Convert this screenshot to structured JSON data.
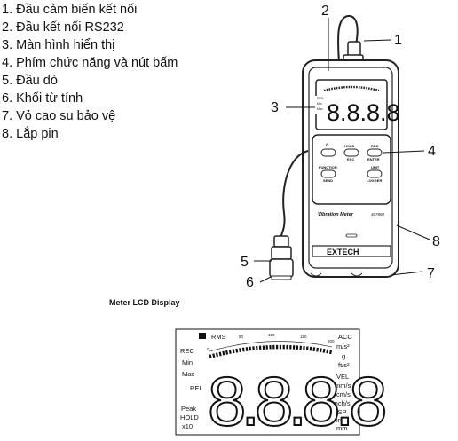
{
  "legend": [
    {
      "num": "1",
      "text": "Đầu cảm biến kết nối"
    },
    {
      "num": "2",
      "text": "Đầu kết nối RS232"
    },
    {
      "num": "3",
      "text": "Màn hình hiển thị"
    },
    {
      "num": "4",
      "text": "Phím chức năng và nút bấm"
    },
    {
      "num": "5",
      "text": "Đầu dò"
    },
    {
      "num": "6",
      "text": "Khối từ tính"
    },
    {
      "num": "7",
      "text": "Vỏ cao su bảo vệ"
    },
    {
      "num": "8",
      "text": "Lắp pin"
    }
  ],
  "callouts": [
    "1",
    "2",
    "3",
    "4",
    "5",
    "6",
    "7",
    "8"
  ],
  "meter": {
    "buttons": {
      "power": "⏻",
      "hold": "HOLD",
      "esc": "ESC",
      "rec": "REC",
      "enter": "ENTER",
      "function": "FUNCTION",
      "send": "SEND",
      "unit": "UNIT",
      "logger": "LOGGER"
    },
    "name_plate": "Vibration Meter",
    "model": "407860",
    "brand": "EXTECH",
    "screen_digits": "8.8.8.8"
  },
  "lcd_caption": "Meter LCD Display",
  "lcd": {
    "top_badge": "■",
    "rms": "RMS",
    "acc": "ACC",
    "scale_ticks": [
      "0",
      "50",
      "100",
      "150",
      "200"
    ],
    "left_labels": [
      "REC",
      "Min",
      "Max"
    ],
    "rel": "REL",
    "bottom_left": [
      "Peak",
      "HOLD",
      "x10"
    ],
    "right_units": [
      "m/s²",
      "g",
      "ft/s²",
      "VEL",
      "mm/s",
      "cm/s",
      "inch/s",
      "DISP",
      "inch",
      "mm"
    ],
    "digits": "8.8.8.8"
  }
}
